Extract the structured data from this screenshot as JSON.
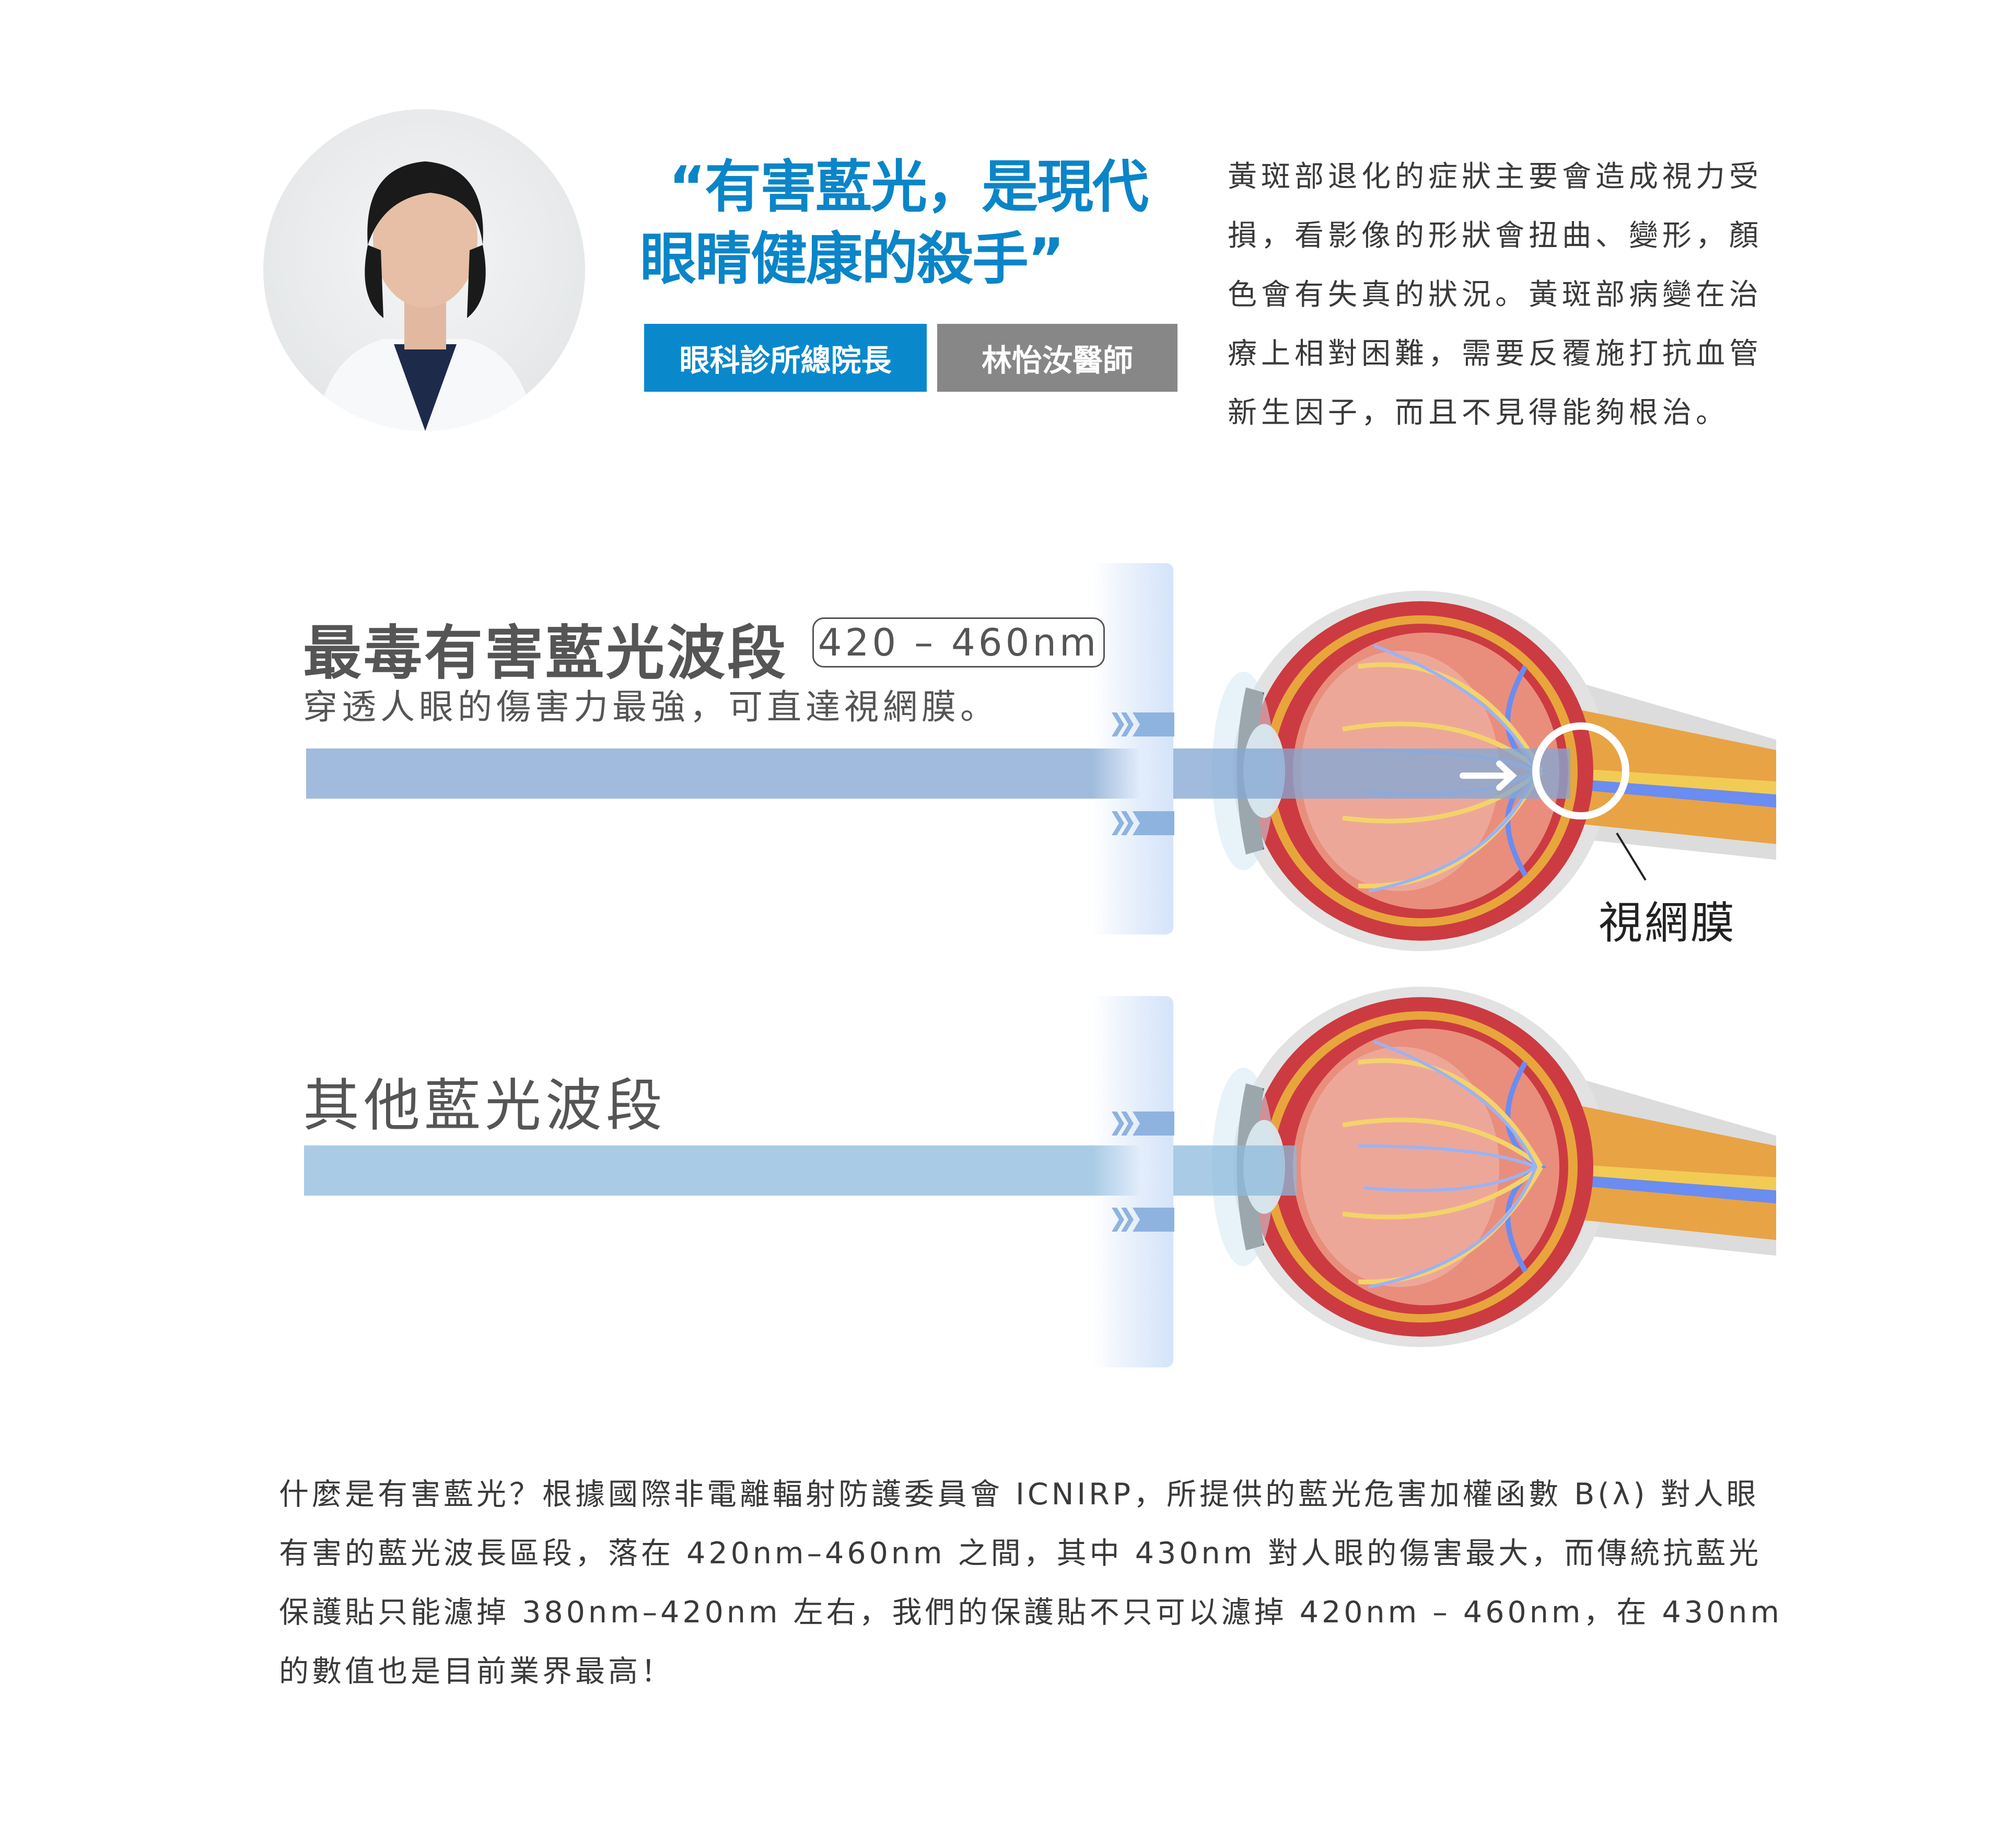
{
  "header": {
    "quote_line1": "“有害藍光，是現代",
    "quote_line2": "眼睛健康的殺手”",
    "badge_title": "眼科診所總院長",
    "badge_name": "林怡汝醫師",
    "intro_lines": [
      "黃斑部退化的症狀主要會造成視力受",
      "損，看影像的形狀會扭曲、變形，顏",
      "色會有失真的狀況。黃斑部病變在治",
      "療上相對困難，需要反覆施打抗血管",
      "新生因子，而且不見得能夠根治。"
    ]
  },
  "section_harmful": {
    "title": "最毒有害藍光波段",
    "range": "420 – 460nm",
    "subtitle": "穿透人眼的傷害力最強，可直達視網膜。",
    "retina_label": "視網膜"
  },
  "section_other": {
    "title": "其他藍光波段"
  },
  "colors": {
    "accent_blue": "#0a88cc",
    "badge_gray": "#878787",
    "beam_blue": "#85a8d3"
  },
  "footer": {
    "lines": [
      "什麼是有害藍光？根據國際非電離輻射防護委員會 ICNIRP，所提供的藍光危害加權函數 B(λ) 對人眼",
      "有害的藍光波長區段，落在 420nm–460nm 之間，其中 430nm 對人眼的傷害最大，而傳統抗藍光",
      "保護貼只能濾掉 380nm–420nm 左右，我們的保護貼不只可以濾掉 420nm – 460nm，在 430nm",
      "的數值也是目前業界最高！"
    ]
  }
}
